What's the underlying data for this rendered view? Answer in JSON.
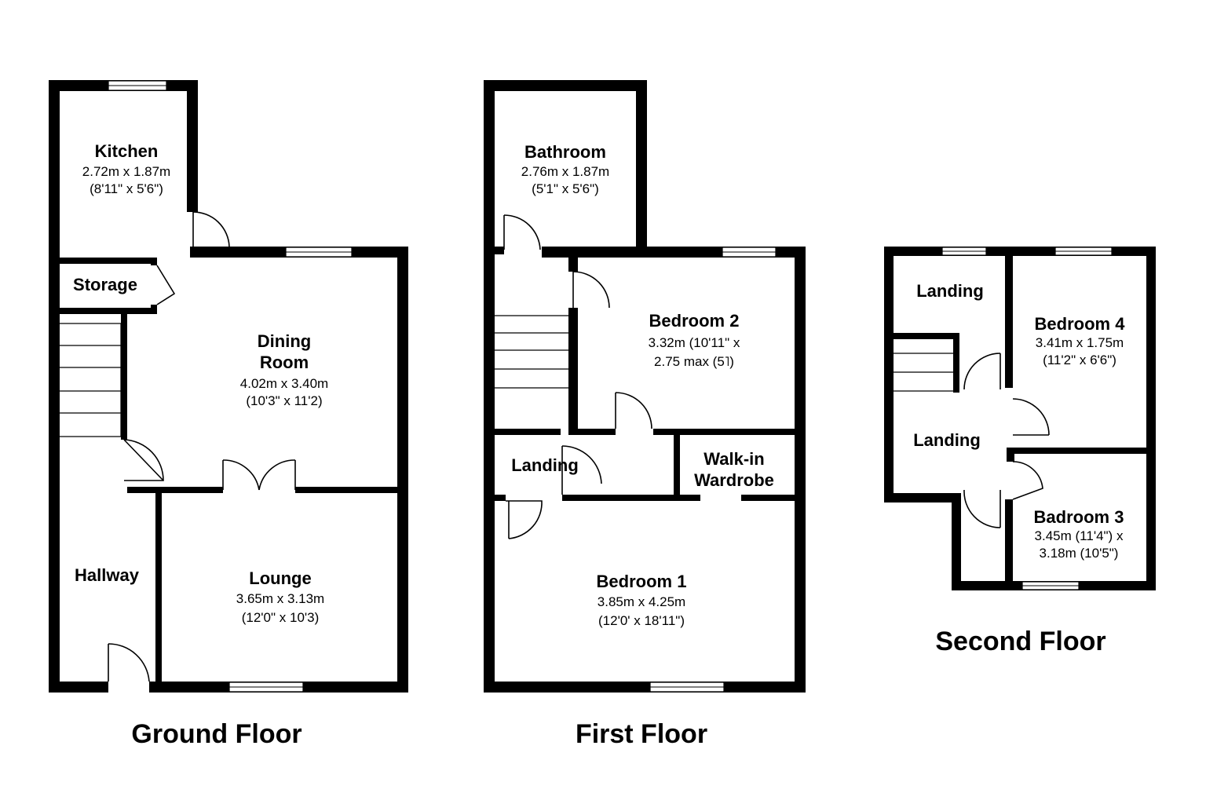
{
  "floors": {
    "ground": {
      "title": "Ground Floor",
      "kitchen": {
        "name": "Kitchen",
        "dim1": "2.72m x 1.87m",
        "dim2": "(8'11\" x 5'6\")"
      },
      "storage": {
        "name": "Storage"
      },
      "dining": {
        "name1": "Dining",
        "name2": "Room",
        "dim1": "4.02m x 3.40m",
        "dim2": "(10'3\" x 11'2)"
      },
      "hallway": {
        "name": "Hallway"
      },
      "lounge": {
        "name": "Lounge",
        "dim1": "3.65m x 3.13m",
        "dim2": "(12'0\" x 10'3)"
      }
    },
    "first": {
      "title": "First Floor",
      "bathroom": {
        "name": "Bathroom",
        "dim1": "2.76m x 1.87m",
        "dim2": "(5'1\" x 5'6\")"
      },
      "bedroom2": {
        "name": "Bedroom 2",
        "dim1": "3.32m (10'11\" x",
        "dim2": "2.75 max (5˥)"
      },
      "landing": {
        "name": "Landing"
      },
      "walkin": {
        "name1": "Walk-in",
        "name2": "Wardrobe"
      },
      "bedroom1": {
        "name": "Bedroom 1",
        "dim1": "3.85m x 4.25m",
        "dim2": "(12'0' x 18'11\")"
      }
    },
    "second": {
      "title": "Second Floor",
      "landing_top": {
        "name": "Landing"
      },
      "landing_mid": {
        "name": "Landing"
      },
      "bedroom4": {
        "name": "Bedroom 4",
        "dim1": "3.41m x 1.75m",
        "dim2": "(11'2\" x 6'6\")"
      },
      "bedroom3": {
        "name": "Badroom 3",
        "dim1": "3.45m (11'4\") x",
        "dim2": "3.18m (10'5\")"
      }
    }
  }
}
